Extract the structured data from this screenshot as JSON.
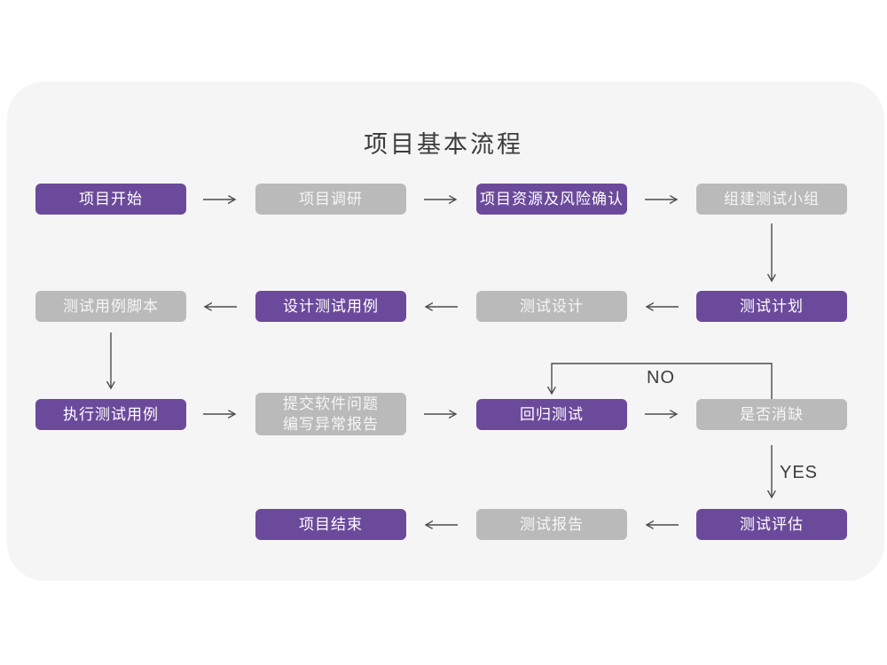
{
  "title": "项目基本流程",
  "colors": {
    "node_purple": "#6b4a9b",
    "node_gray": "#bababa",
    "node_text": "#ffffff",
    "arrow": "#4d4d4d",
    "card_background": "#f5f5f6",
    "page_background": "#ffffff",
    "title_text": "#3b3b3b"
  },
  "nodes": [
    {
      "id": "project-start",
      "label": "项目开始",
      "variant": "purple"
    },
    {
      "id": "project-research",
      "label": "项目调研",
      "variant": "gray"
    },
    {
      "id": "resources-risk-confirm",
      "label": "项目资源及风险确认",
      "variant": "purple"
    },
    {
      "id": "form-test-team",
      "label": "组建测试小组",
      "variant": "gray"
    },
    {
      "id": "test-plan",
      "label": "测试计划",
      "variant": "purple"
    },
    {
      "id": "test-design",
      "label": "测试设计",
      "variant": "gray"
    },
    {
      "id": "design-test-cases",
      "label": "设计测试用例",
      "variant": "purple"
    },
    {
      "id": "test-case-scripts",
      "label": "测试用例脚本",
      "variant": "gray"
    },
    {
      "id": "execute-test-cases",
      "label": "执行测试用例",
      "variant": "purple"
    },
    {
      "id": "submit-issue-report",
      "label": "提交软件问题\n编写异常报告",
      "variant": "gray"
    },
    {
      "id": "regression-test",
      "label": "回归测试",
      "variant": "purple"
    },
    {
      "id": "defect-cleared",
      "label": "是否消缺",
      "variant": "gray"
    },
    {
      "id": "test-evaluation",
      "label": "测试评估",
      "variant": "purple"
    },
    {
      "id": "test-report",
      "label": "测试报告",
      "variant": "gray"
    },
    {
      "id": "project-end",
      "label": "项目结束",
      "variant": "purple"
    }
  ],
  "edge_labels": {
    "no": "NO",
    "yes": "YES"
  }
}
